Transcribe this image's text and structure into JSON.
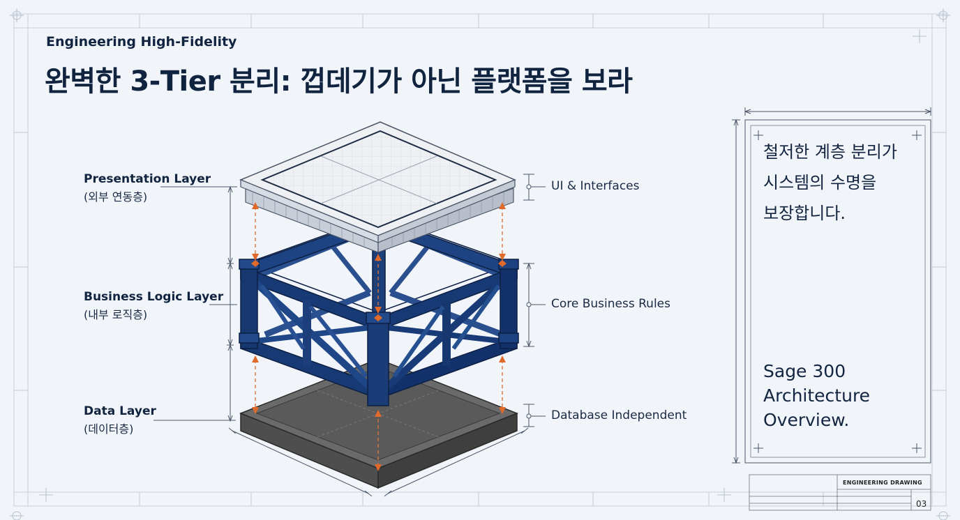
{
  "header": {
    "eyebrow": "Engineering High-Fidelity",
    "title": "완벽한 3-Tier 분리: 껍데기가 아닌 플랫폼을 보라"
  },
  "layers": [
    {
      "name": "Presentation Layer",
      "sub": "(외부 연동층)",
      "callout": "UI & Interfaces"
    },
    {
      "name": "Business Logic Layer",
      "sub": "(내부 로직층)",
      "callout": "Core Business Rules"
    },
    {
      "name": "Data Layer",
      "sub": "(데이터층)",
      "callout": "Database Independent"
    }
  ],
  "side_panel": {
    "lines": [
      "철저한 계층 분리가",
      "시스템의 수명을",
      "보장합니다."
    ],
    "footer_lines": [
      "Sage 300",
      "Architecture",
      "Overview."
    ]
  },
  "title_block": {
    "title": "ENGINEERING DRAWING",
    "sheet": "03"
  },
  "colors": {
    "accent_orange": "#e06a2a",
    "navy": "#17386e",
    "slab_dark": "#5c5c5c",
    "slab_light": "#dfe3ea",
    "ink": "#10233f"
  }
}
